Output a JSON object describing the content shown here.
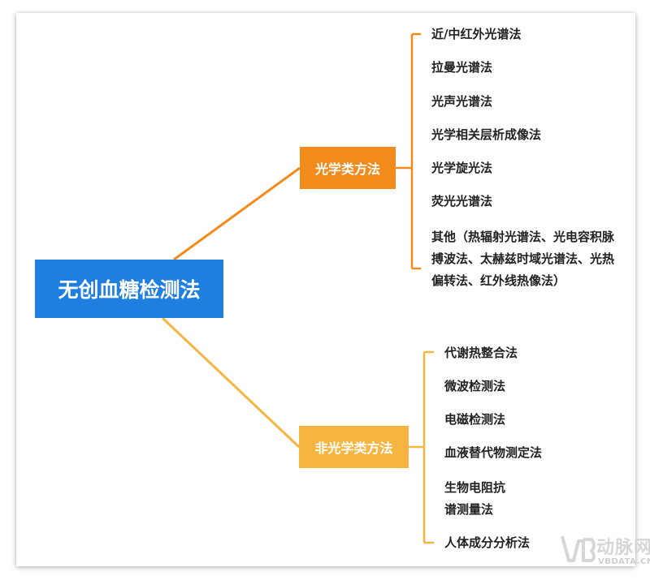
{
  "root": {
    "label": "无创血糖检测法"
  },
  "branches": [
    {
      "label": "光学类方法",
      "color": "#f28a1c",
      "items": [
        "近/中红外光谱法",
        "拉曼光谱法",
        "光声光谱法",
        "光学相关层析成像法",
        "光学旋光法",
        "荧光光谱法",
        "其他（热辐射光谱法、光电容积脉搏波法、太赫兹时域光谱法、光热偏转法、红外线热像法）"
      ]
    },
    {
      "label": "非光学类方法",
      "color": "#f6b540",
      "items": [
        "代谢热整合法",
        "微波检测法",
        "电磁检测法",
        "血液替代物测定法",
        "生物电阻抗谱测量法",
        "人体成分分析法"
      ]
    }
  ],
  "colors": {
    "root": "#1f7fe0"
  },
  "watermark": {
    "cn": "动脉网",
    "en": "VBDATA.CN"
  }
}
